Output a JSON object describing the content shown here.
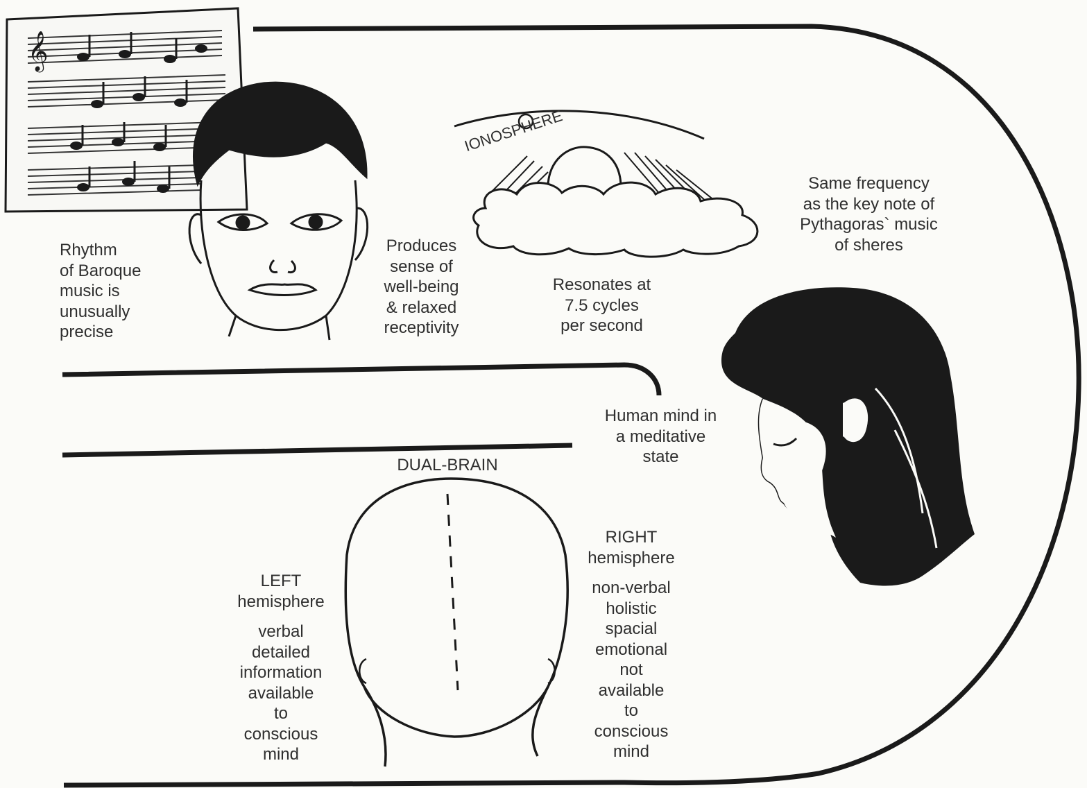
{
  "labels": {
    "baroque": "Rhythm\nof Baroque\nmusic is\nunusually\nprecise",
    "produces": "Produces\nsense of\nwell-being\n& relaxed\nreceptivity",
    "ionosphere": "IONOSPHERE",
    "resonates": "Resonates at\n7.5 cycles\nper second",
    "frequency": "Same frequency\nas the key note of\nPythagoras` music\nof sheres",
    "meditative": "Human mind in\na meditative\nstate",
    "dual_brain": "DUAL-BRAIN",
    "right_title": "RIGHT\nhemisphere",
    "right_desc": "non-verbal\nholistic\nspacial\nemotional\nnot\navailable\nto\nconscious\nmind",
    "left_title": "LEFT\nhemisphere",
    "left_desc": "verbal\ndetailed\ninformation\navailable\nto\nconscious\nmind"
  },
  "colors": {
    "ink": "#1a1a1a",
    "paper": "#fbfbf8"
  }
}
